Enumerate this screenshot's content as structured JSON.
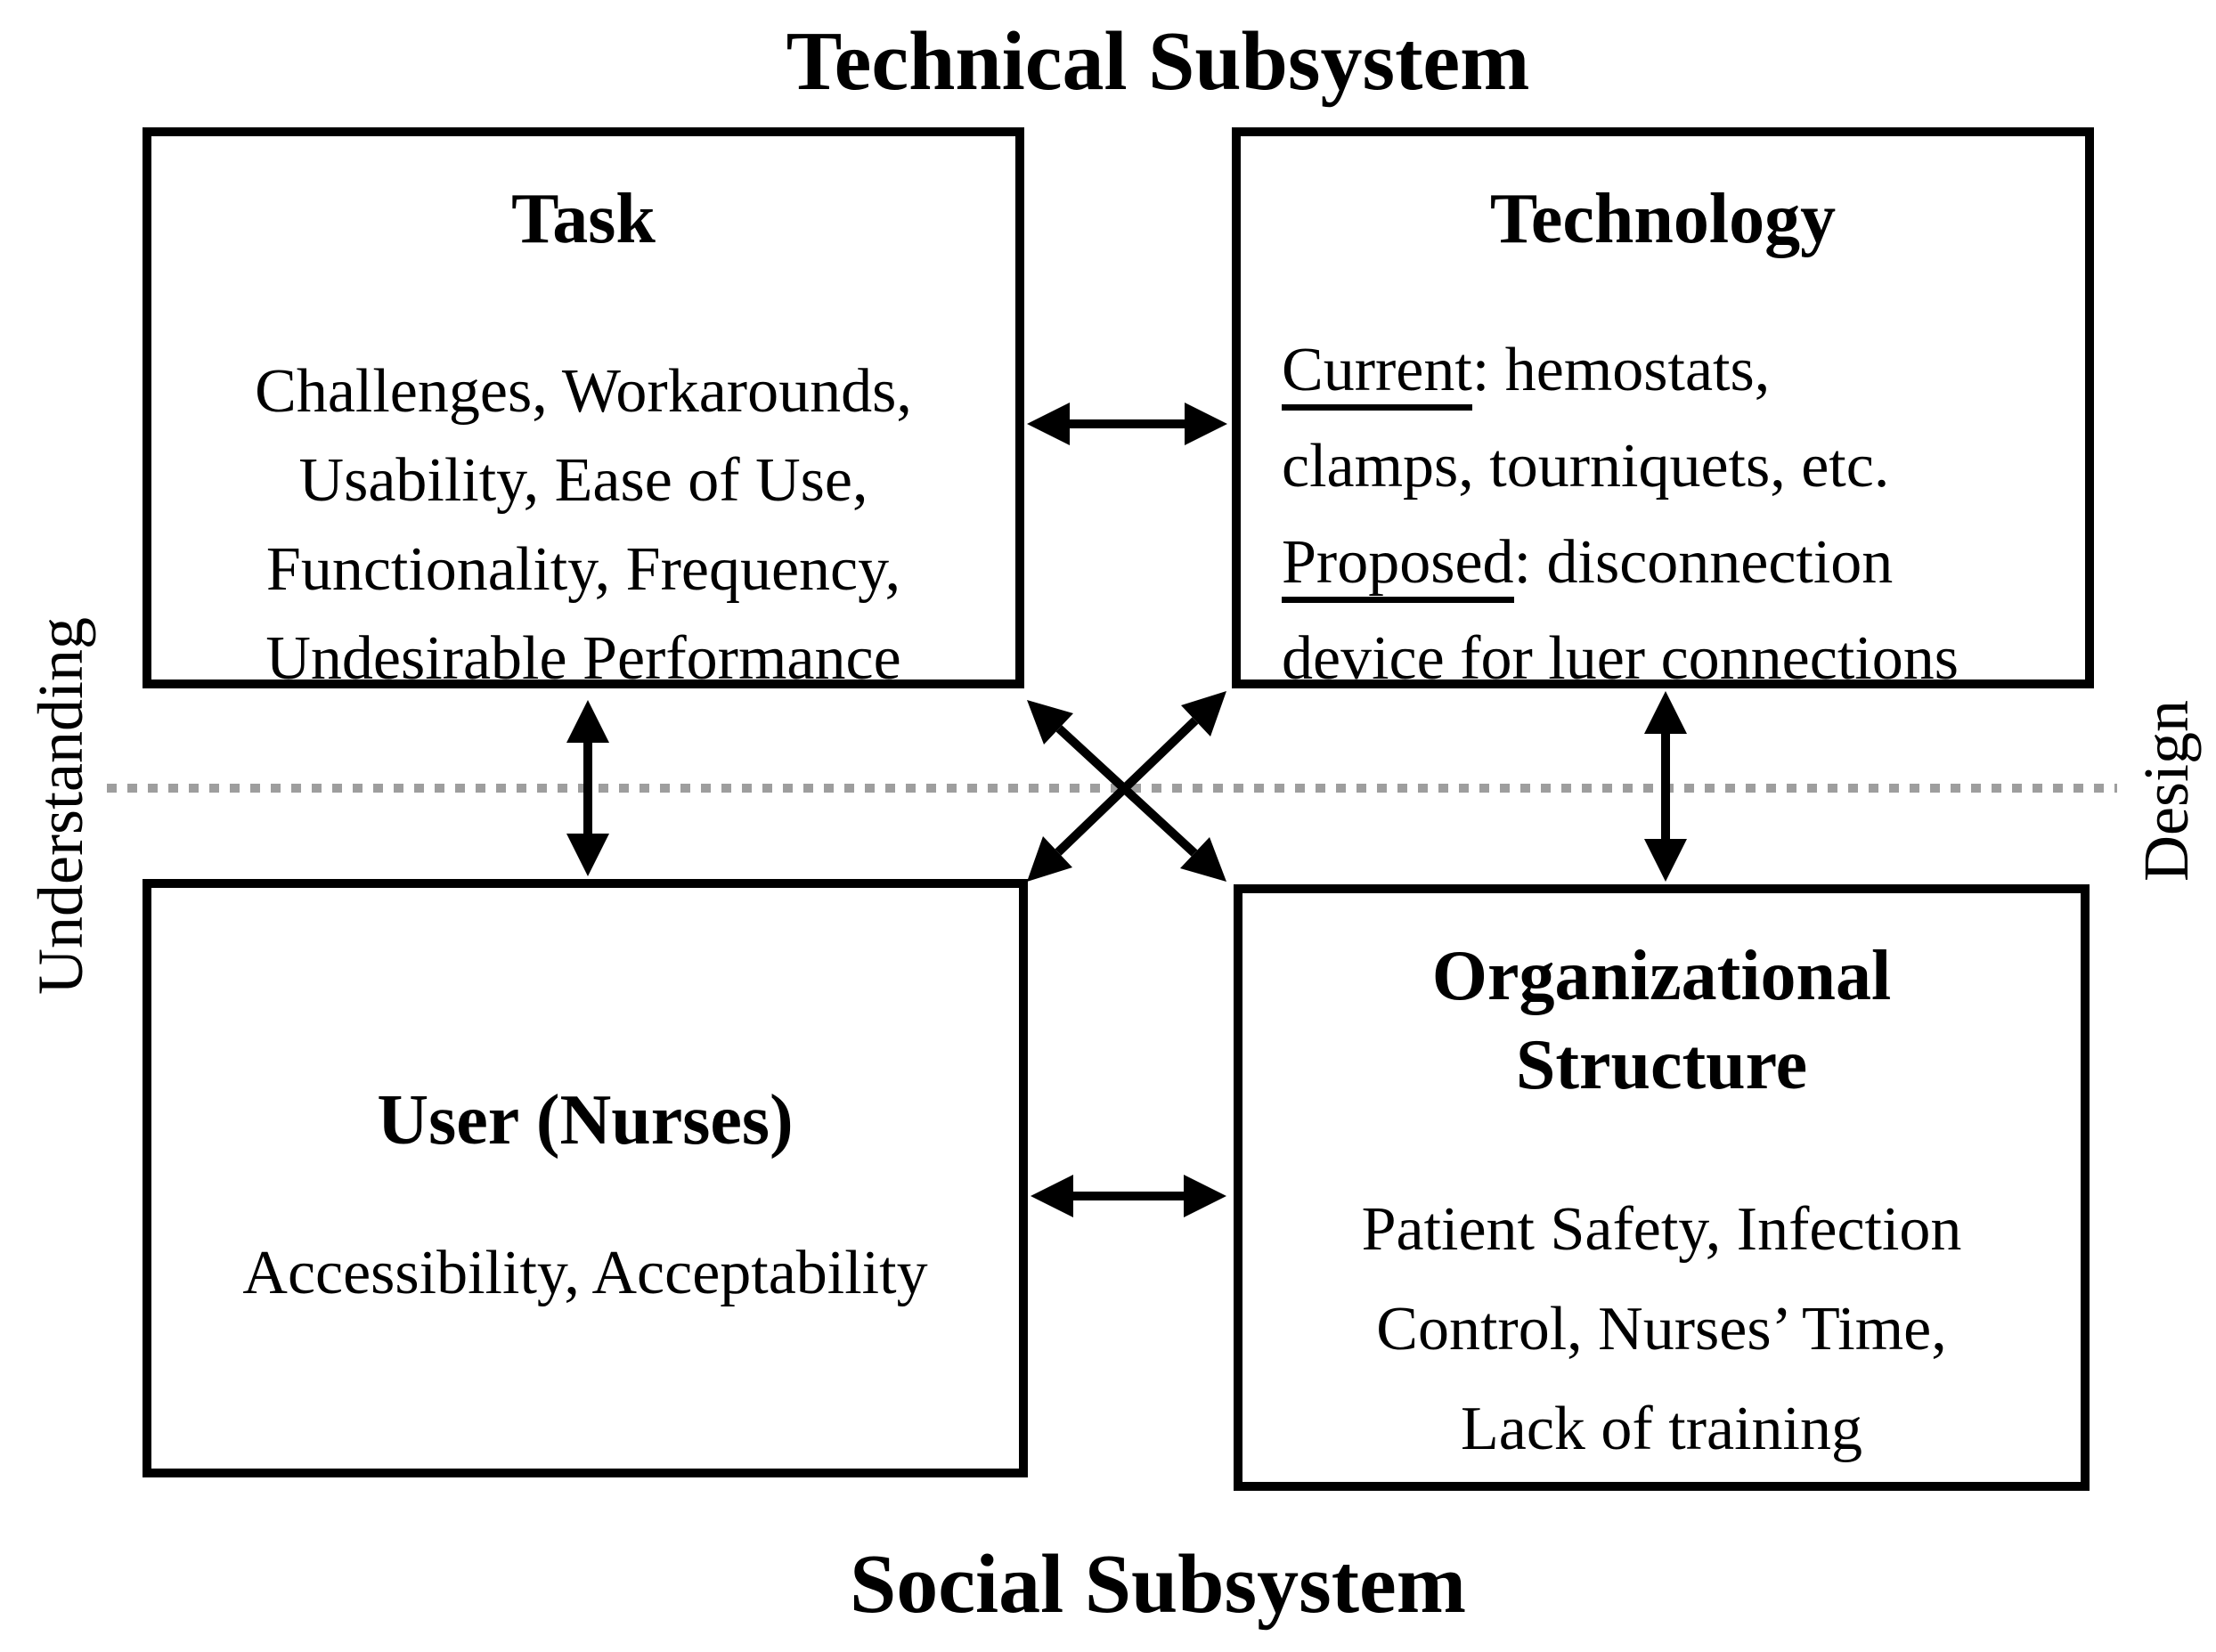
{
  "diagram": {
    "title_top": "Technical Subsystem",
    "title_bottom": "Social Subsystem",
    "axis_left": "Understanding",
    "axis_right": "Design",
    "boxes": {
      "task": {
        "heading": "Task",
        "lines": [
          "Challenges, Workarounds,",
          "Usability, Ease of Use,",
          "Functionality, Frequency,",
          "Undesirable Performance"
        ]
      },
      "technology": {
        "heading": "Technology",
        "lines": [
          {
            "underlined": "Current",
            "rest": ": hemostats,"
          },
          {
            "underlined": "",
            "rest": "clamps, tourniquets, etc."
          },
          {
            "underlined": "Proposed",
            "rest": ": disconnection"
          },
          {
            "underlined": "",
            "rest": "device for luer connections"
          }
        ]
      },
      "user": {
        "heading": "User (Nurses)",
        "lines": [
          "Accessibility, Acceptability"
        ]
      },
      "organizational_structure": {
        "heading_lines": [
          "Organizational",
          "Structure"
        ],
        "lines": [
          "Patient Safety, Infection",
          "Control, Nurses’ Time,",
          "Lack of training"
        ]
      }
    },
    "colors": {
      "text": "#000000",
      "border": "#000000",
      "arrow": "#000000",
      "divider": "#9e9e9e",
      "background": "#ffffff"
    }
  }
}
